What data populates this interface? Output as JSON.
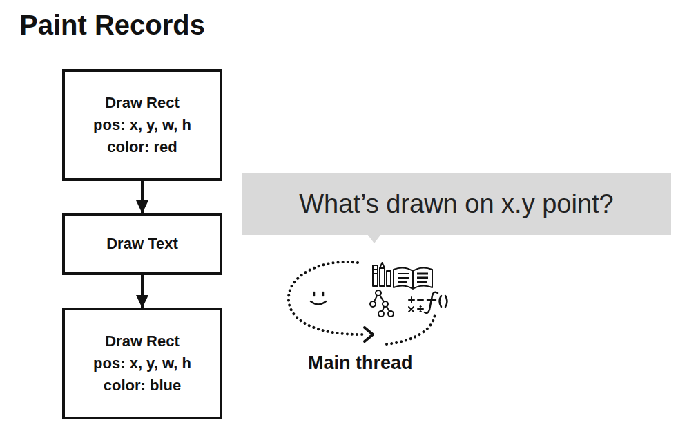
{
  "diagram": {
    "title": "Paint Records",
    "nodes": [
      {
        "text": [
          "Draw Rect",
          "pos: x, y, w, h",
          "color: red"
        ]
      },
      {
        "text": [
          "Draw Text"
        ]
      },
      {
        "text": [
          "Draw Rect",
          "pos: x, y, w, h",
          "color: blue"
        ]
      },
      {
        "text": [
          "What’s drawn on x.y point?"
        ]
      }
    ],
    "edges": [
      {
        "from": 0,
        "to": 1,
        "arrow": "to"
      },
      {
        "from": 1,
        "to": 2,
        "arrow": "to"
      }
    ],
    "labels": [
      "Main thread"
    ]
  }
}
